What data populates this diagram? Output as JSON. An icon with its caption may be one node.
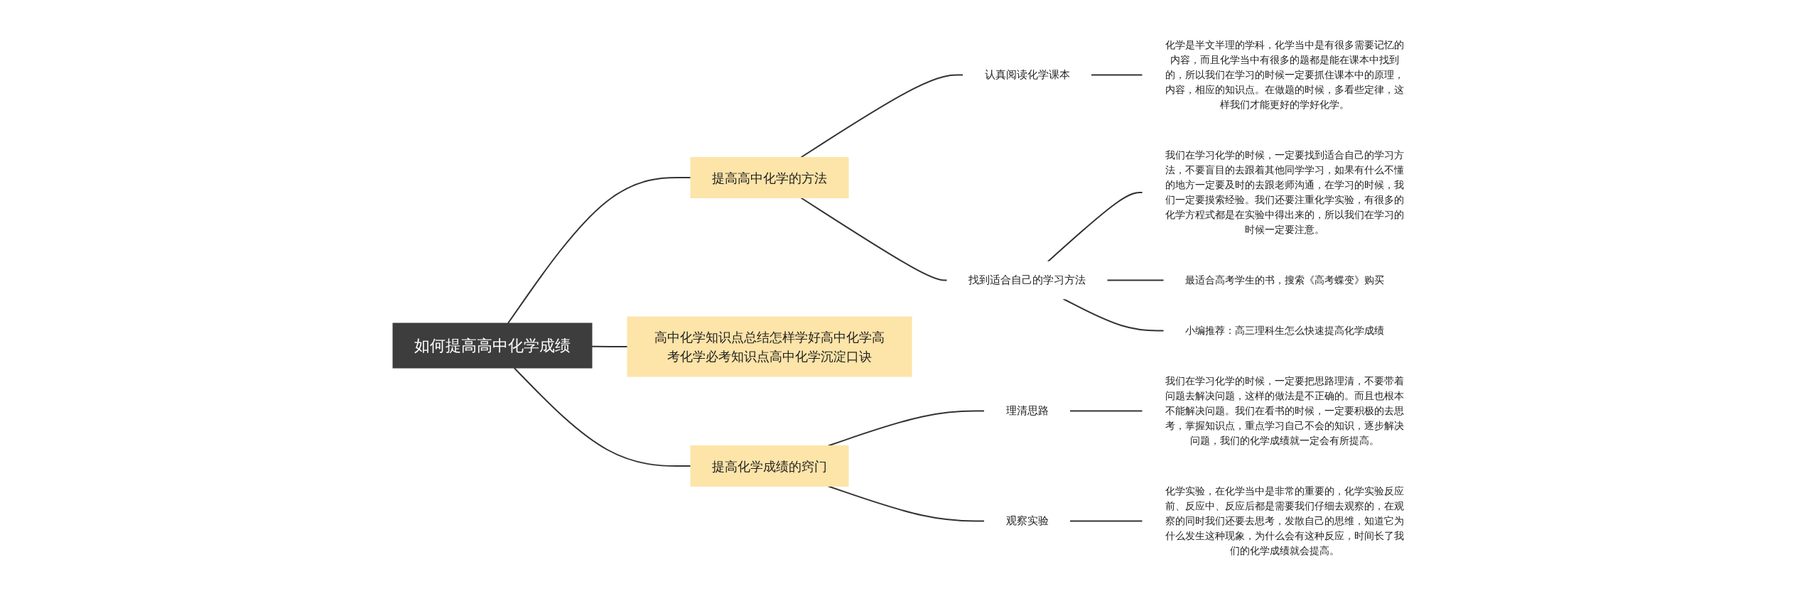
{
  "diagram": {
    "nodes": [
      {
        "text": [
          "如何提高高中化学成绩"
        ]
      },
      {
        "text": [
          "提高高中化学的方法"
        ]
      },
      {
        "text": [
          "认真阅读化学课本"
        ]
      },
      {
        "text": [
          "化学是半文半理的学科，化学当中是有很多需要记忆的内容，而且化学当中有很多的题都是能在课本中找到的，所以我们在学习的时候一定要抓住课本中的原理，内容，相应的知识点。在做题的时候，多看些定律，这样我们才能更好的学好化学。"
        ]
      },
      {
        "text": [
          "找到适合自己的学习方法"
        ]
      },
      {
        "text": [
          "我们在学习化学的时候，一定要找到适合自己的学习方法，不要盲目的去跟着其他同学学习，如果有什么不懂的地方一定要及时的去跟老师沟通，在学习的时候，我们一定要摸索经验。我们还要注重化学实验，有很多的化学方程式都是在实验中得出来的，所以我们在学习的时候一定要注意。"
        ]
      },
      {
        "text": [
          "最适合高考学生的书，搜索《高考蝶变》购买"
        ]
      },
      {
        "text": [
          "小编推荐：高三理科生怎么快速提高化学成绩"
        ]
      },
      {
        "text": [
          "高中化学知识点总结怎样学好高中化学高考化学必考知识点高中化学沉淀口诀"
        ]
      },
      {
        "text": [
          "提高化学成绩的窍门"
        ]
      },
      {
        "text": [
          "理清思路"
        ]
      },
      {
        "text": [
          "我们在学习化学的时候，一定要把思路理清，不要带着问题去解决问题，这样的做法是不正确的。而且也根本不能解决问题。我们在看书的时候，一定要积极的去思考，掌握知识点，重点学习自己不会的知识，逐步解决问题，我们的化学成绩就一定会有所提高。"
        ]
      },
      {
        "text": [
          "观察实验"
        ]
      },
      {
        "text": [
          "化学实验，在化学当中是非常的重要的，化学实验反应前、反应中、反应后都是需要我们仔细去观察的，在观察的同时我们还要去思考，发散自己的思维，知道它为什么发生这种现象，为什么会有这种反应，时间长了我们的化学成绩就会提高。"
        ]
      }
    ],
    "edges": [
      {
        "from": 0,
        "to": 1,
        "arrow": "none"
      },
      {
        "from": 1,
        "to": 2,
        "arrow": "none"
      },
      {
        "from": 2,
        "to": 3,
        "arrow": "none"
      },
      {
        "from": 1,
        "to": 4,
        "arrow": "none"
      },
      {
        "from": 4,
        "to": 5,
        "arrow": "none"
      },
      {
        "from": 4,
        "to": 6,
        "arrow": "none"
      },
      {
        "from": 4,
        "to": 7,
        "arrow": "none"
      },
      {
        "from": 0,
        "to": 8,
        "arrow": "none"
      },
      {
        "from": 0,
        "to": 9,
        "arrow": "none"
      },
      {
        "from": 9,
        "to": 10,
        "arrow": "none"
      },
      {
        "from": 10,
        "to": 11,
        "arrow": "none"
      },
      {
        "from": 9,
        "to": 12,
        "arrow": "none"
      },
      {
        "from": 12,
        "to": 13,
        "arrow": "none"
      }
    ]
  }
}
